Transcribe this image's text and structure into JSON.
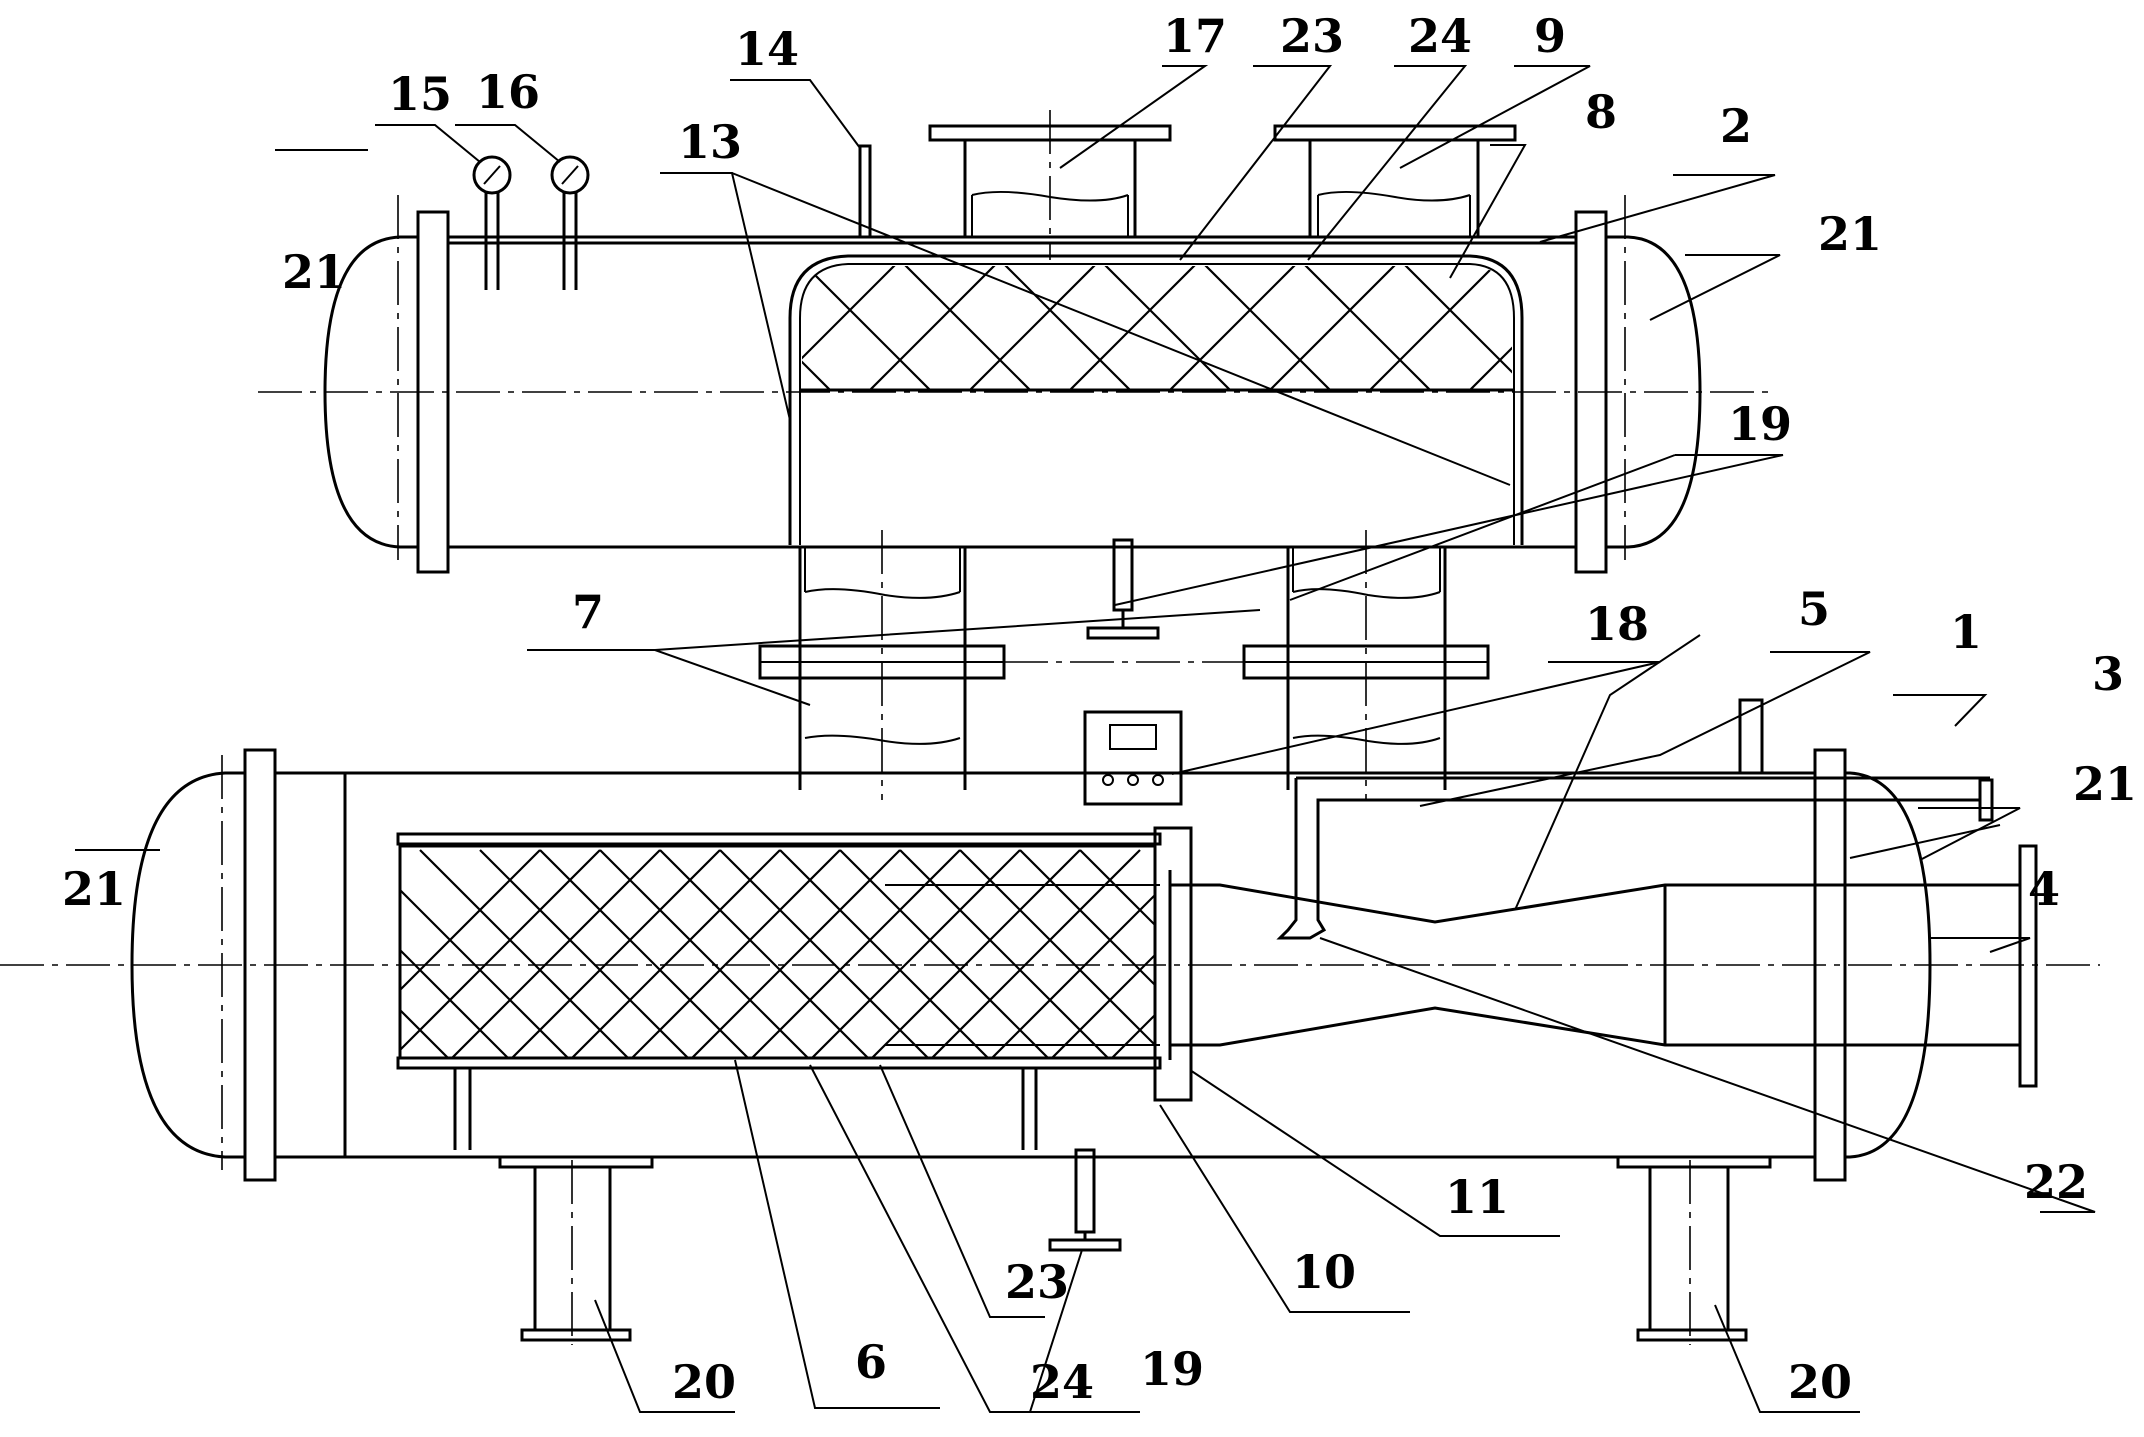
{
  "labels": {
    "l1": "1",
    "l2": "2",
    "l3": "3",
    "l4": "4",
    "l5": "5",
    "l6": "6",
    "l7": "7",
    "l8": "8",
    "l9": "9",
    "l10": "10",
    "l11": "11",
    "l13": "13",
    "l14": "14",
    "l15": "15",
    "l16": "16",
    "l17": "17",
    "l18": "18",
    "l19a": "19",
    "l19b": "19",
    "l20a": "20",
    "l20b": "20",
    "l21a": "21",
    "l21b": "21",
    "l21c": "21",
    "l21d": "21",
    "l22": "22",
    "l23a": "23",
    "l23b": "23",
    "l24a": "24",
    "l24b": "24"
  }
}
